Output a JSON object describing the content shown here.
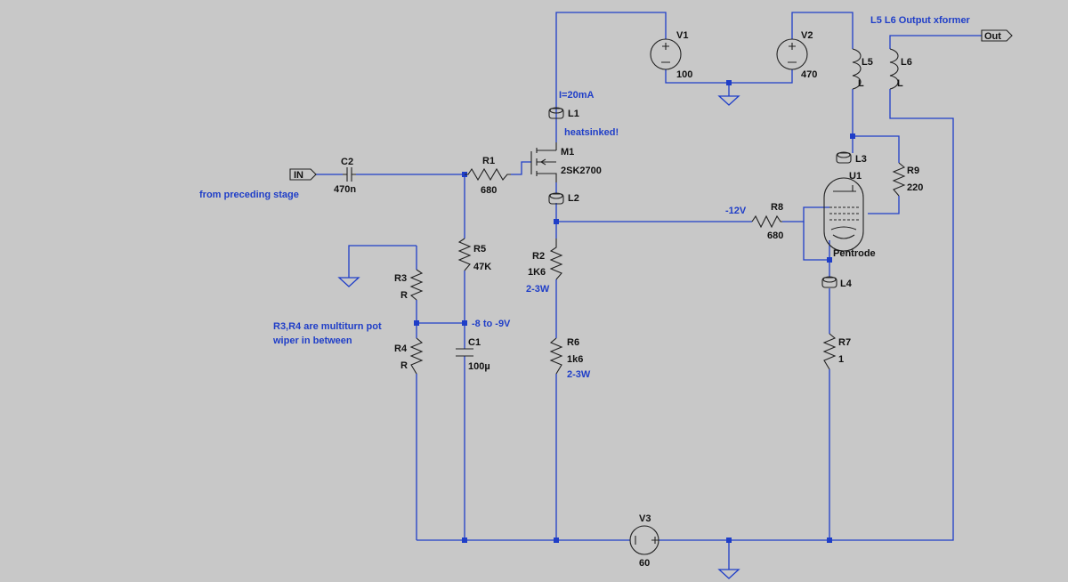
{
  "colors": {
    "background": "#c8c8c8",
    "wire": "#1f3ec8",
    "component": "#222222",
    "text_black": "#111111",
    "text_blue": "#1f3ec8"
  },
  "ports": {
    "in": "IN",
    "out": "Out"
  },
  "components": {
    "C2": {
      "name": "C2",
      "value": "470n"
    },
    "R1": {
      "name": "R1",
      "value": "680"
    },
    "R5": {
      "name": "R5",
      "value": "47K"
    },
    "R2": {
      "name": "R2",
      "value": "1K6",
      "note": "2-3W"
    },
    "R3": {
      "name": "R3",
      "value": "R"
    },
    "R4": {
      "name": "R4",
      "value": "R"
    },
    "C1": {
      "name": "C1",
      "value": "100µ"
    },
    "R6": {
      "name": "R6",
      "value": "1k6",
      "note": "2-3W"
    },
    "V1": {
      "name": "V1",
      "value": "100"
    },
    "V2": {
      "name": "V2",
      "value": "470"
    },
    "V3": {
      "name": "V3",
      "value": "60"
    },
    "L1": {
      "name": "L1",
      "note": "I=20mA"
    },
    "M1": {
      "name": "M1",
      "value": "2SK2700",
      "note": "heatsinked!"
    },
    "L2": {
      "name": "L2"
    },
    "R8": {
      "name": "R8",
      "value": "680",
      "note": "-12V"
    },
    "L3": {
      "name": "L3"
    },
    "U1": {
      "name": "U1",
      "value": "Pentrode"
    },
    "R9": {
      "name": "R9",
      "value": "220"
    },
    "L4": {
      "name": "L4"
    },
    "R7": {
      "name": "R7",
      "value": "1"
    },
    "L5": {
      "name": "L5",
      "value": "L"
    },
    "L6": {
      "name": "L6",
      "value": "L"
    }
  },
  "annotations": {
    "from_stage": "from preceding stage",
    "pot_note_1": "R3,R4 are multiturn pot",
    "pot_note_2": "wiper in between",
    "wiper_voltage": "-8 to -9V",
    "xformer": "L5 L6 Output xformer"
  }
}
